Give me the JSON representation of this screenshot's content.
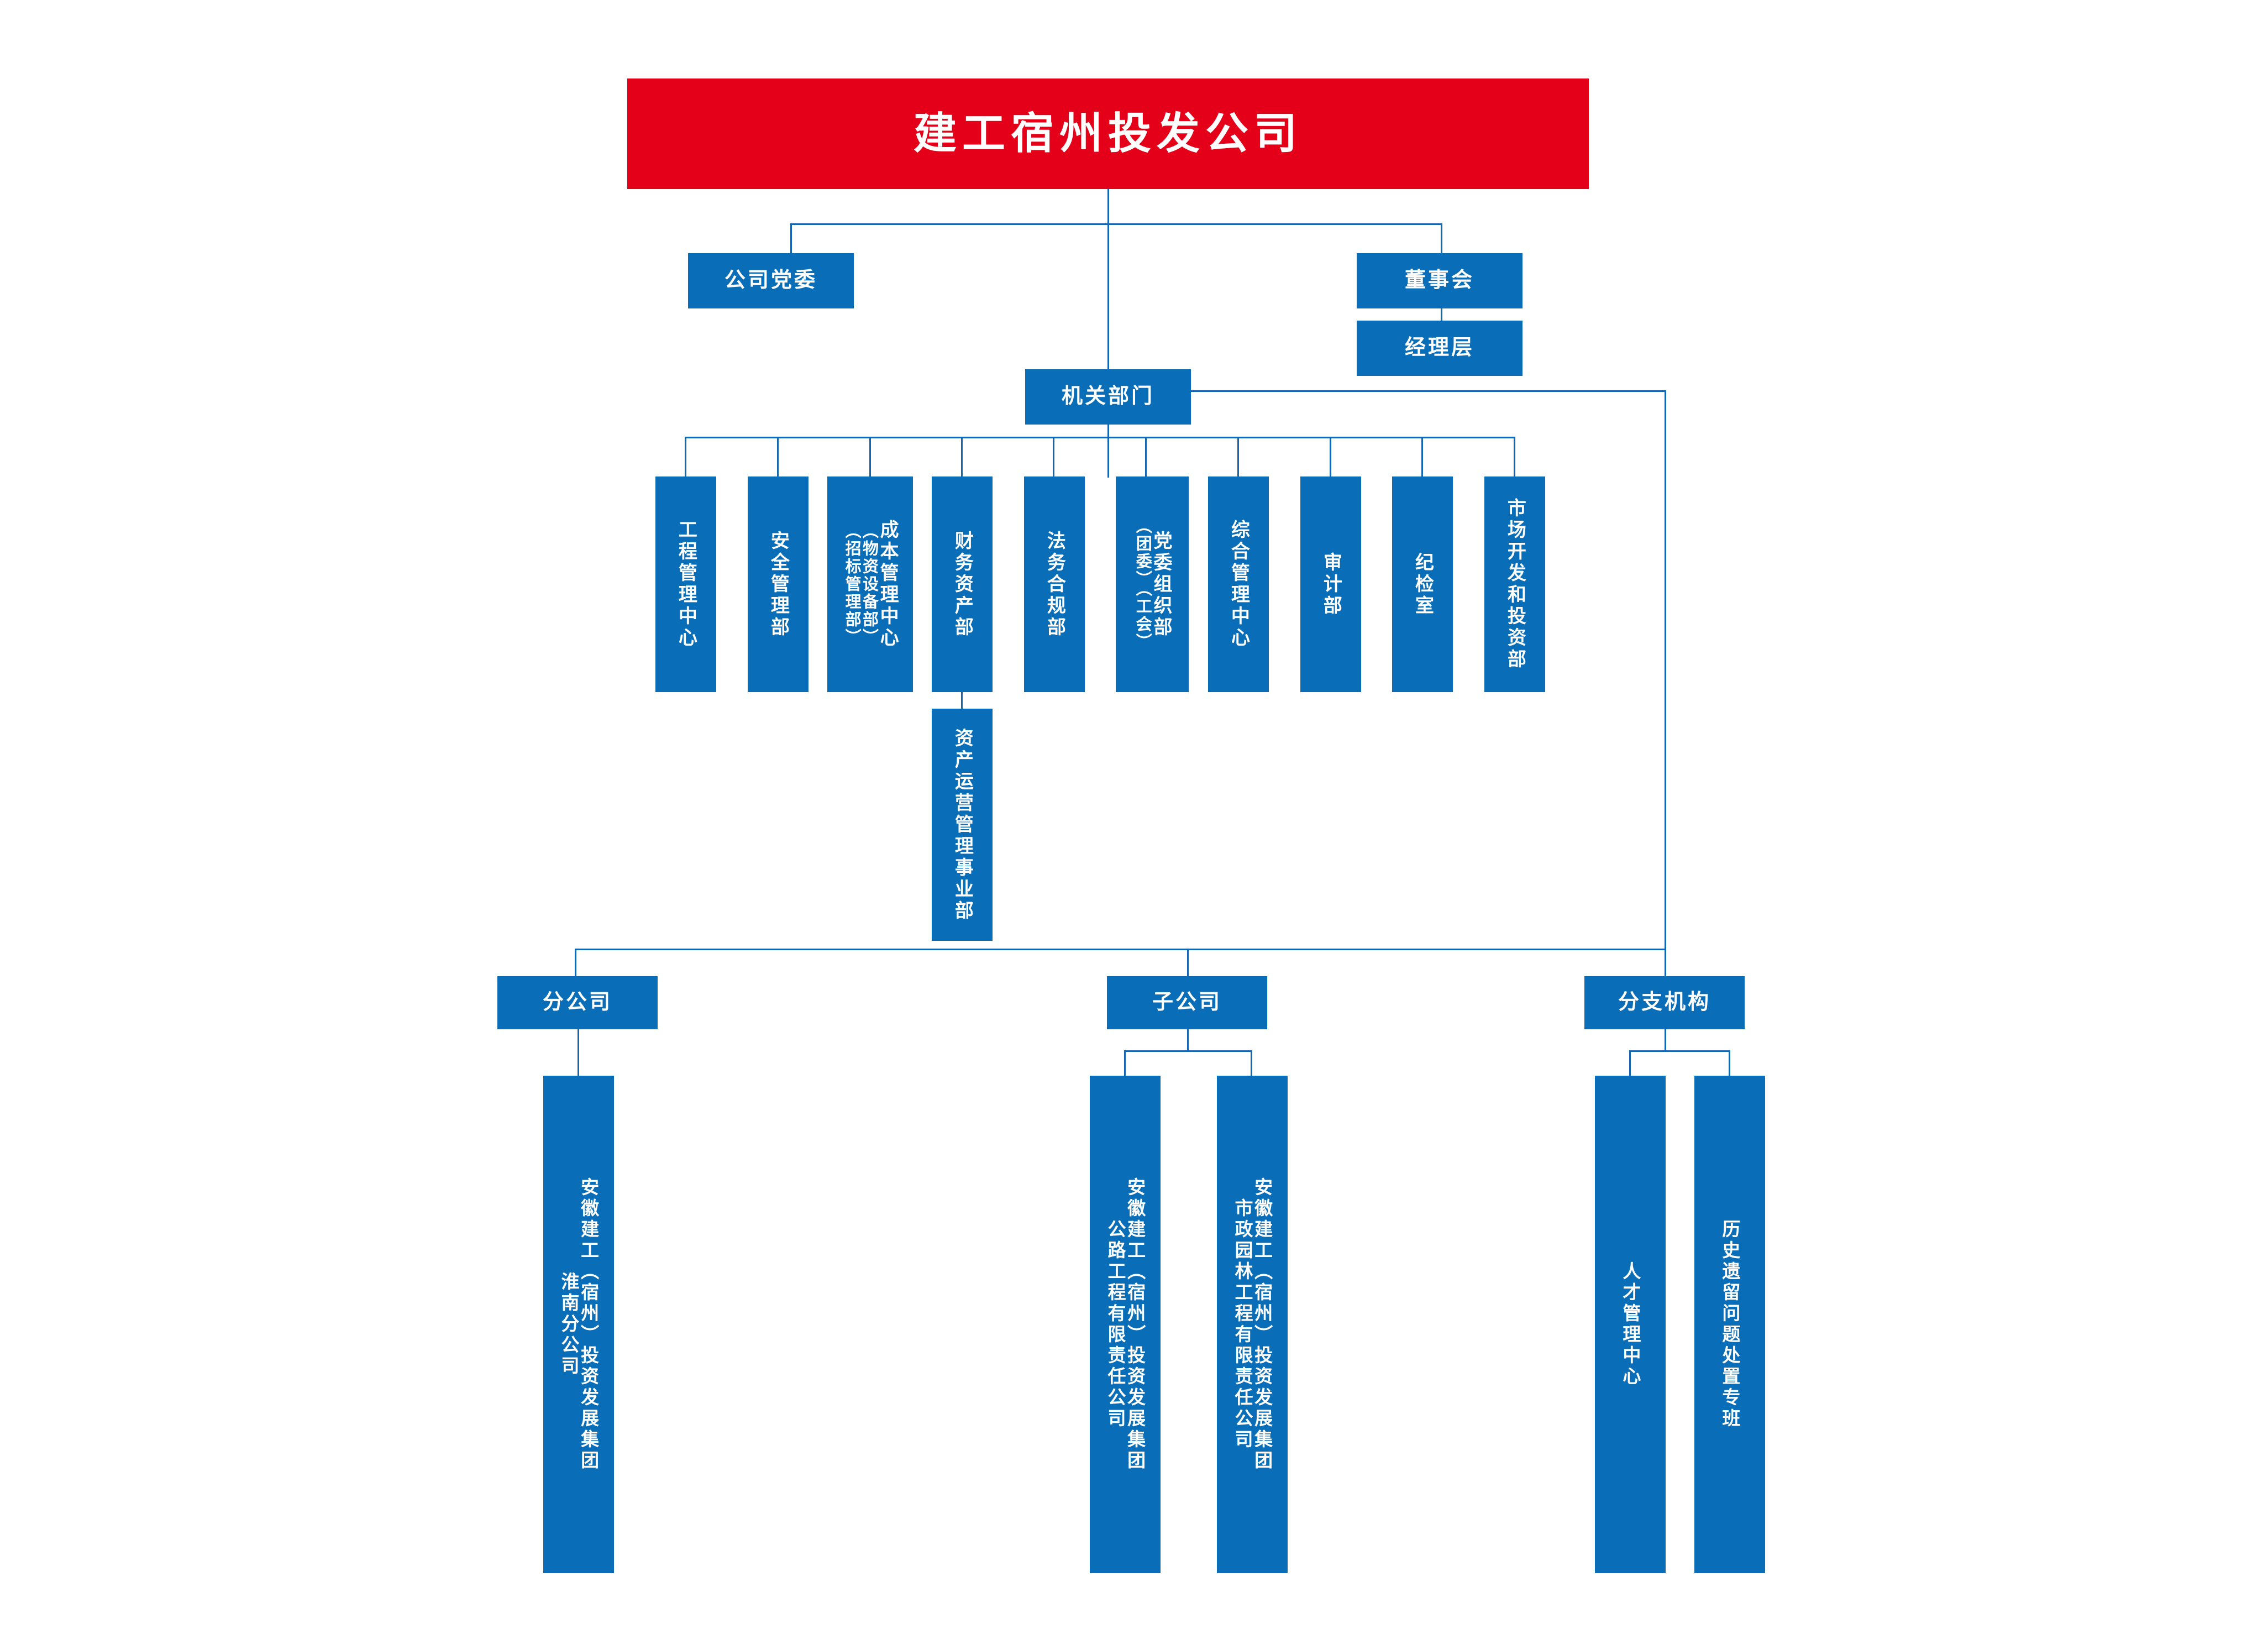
{
  "chart": {
    "type": "org-chart",
    "title": "建工宿州投发公司",
    "colors": {
      "root_bg": "#E50019",
      "node_bg": "#0A6DB8",
      "line": "#1565B0",
      "text": "#FFFFFF"
    }
  },
  "root": {
    "label": "建工宿州投发公司"
  },
  "level2": {
    "party_committee": "公司党委",
    "board_of_directors": "董事会",
    "management_layer": "经理层",
    "functional_departments": "机关部门"
  },
  "departments": [
    {
      "id": "engineering-management-center",
      "lines": [
        "工程管理中心"
      ]
    },
    {
      "id": "safety-management-dept",
      "lines": [
        "安全管理部"
      ]
    },
    {
      "id": "cost-management-center",
      "lines": [
        "成本管理中心",
        "（物资设备部）",
        "（招标管理部）"
      ]
    },
    {
      "id": "finance-asset-dept",
      "lines": [
        "财务资产部"
      ]
    },
    {
      "id": "legal-compliance-dept",
      "lines": [
        "法务合规部"
      ]
    },
    {
      "id": "party-organization-dept",
      "lines": [
        "党委组织部",
        "（团委）（工会）"
      ]
    },
    {
      "id": "comprehensive-management-center",
      "lines": [
        "综合管理中心"
      ]
    },
    {
      "id": "audit-dept",
      "lines": [
        "审计部"
      ]
    },
    {
      "id": "discipline-inspection-office",
      "lines": [
        "纪检室"
      ]
    },
    {
      "id": "market-development-investment-dept",
      "lines": [
        "市场开发和投资部"
      ]
    }
  ],
  "sub_department": {
    "id": "asset-operation-management-division",
    "label": "资产运营管理事业部",
    "parent": "财务资产部"
  },
  "groups": [
    {
      "id": "branch-companies",
      "label": "分公司",
      "children": [
        {
          "id": "huainan-branch",
          "lines": [
            "安徽建工（宿州）投资发展集团",
            "淮南分公司"
          ]
        }
      ]
    },
    {
      "id": "subsidiary-companies",
      "label": "子公司",
      "children": [
        {
          "id": "highway-engineering-llc",
          "lines": [
            "安徽建工（宿州）投资发展集团",
            "公路工程有限责任公司"
          ]
        },
        {
          "id": "municipal-landscape-engineering-llc",
          "lines": [
            "安徽建工（宿州）投资发展集团",
            "市政园林工程有限责任公司"
          ]
        }
      ]
    },
    {
      "id": "branch-institutions",
      "label": "分支机构",
      "children": [
        {
          "id": "talent-management-center",
          "lines": [
            "人才管理中心"
          ]
        },
        {
          "id": "historical-issues-task-force",
          "lines": [
            "历史遗留问题处置专班"
          ]
        }
      ]
    }
  ]
}
